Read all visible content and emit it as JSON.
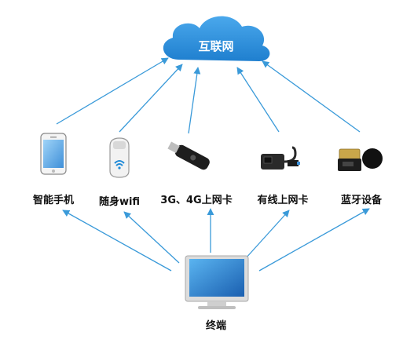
{
  "cloud": {
    "label": "互联网"
  },
  "devices": [
    {
      "id": "phone",
      "label": "智能手机",
      "icon": "smartphone-icon"
    },
    {
      "id": "wifi",
      "label": "随身wifi",
      "icon": "portable-wifi-icon"
    },
    {
      "id": "3g4g",
      "label": "3G、4G上网卡",
      "icon": "usb-modem-icon"
    },
    {
      "id": "wired",
      "label": "有线上网卡",
      "icon": "usb-ethernet-adapter-icon"
    },
    {
      "id": "bt",
      "label": "蓝牙设备",
      "icon": "bluetooth-dongle-icon"
    }
  ],
  "terminal": {
    "label": "终端",
    "icon": "desktop-computer-icon"
  },
  "colors": {
    "cloud": "#2b8fdc",
    "arrow": "#3a9ad9"
  }
}
